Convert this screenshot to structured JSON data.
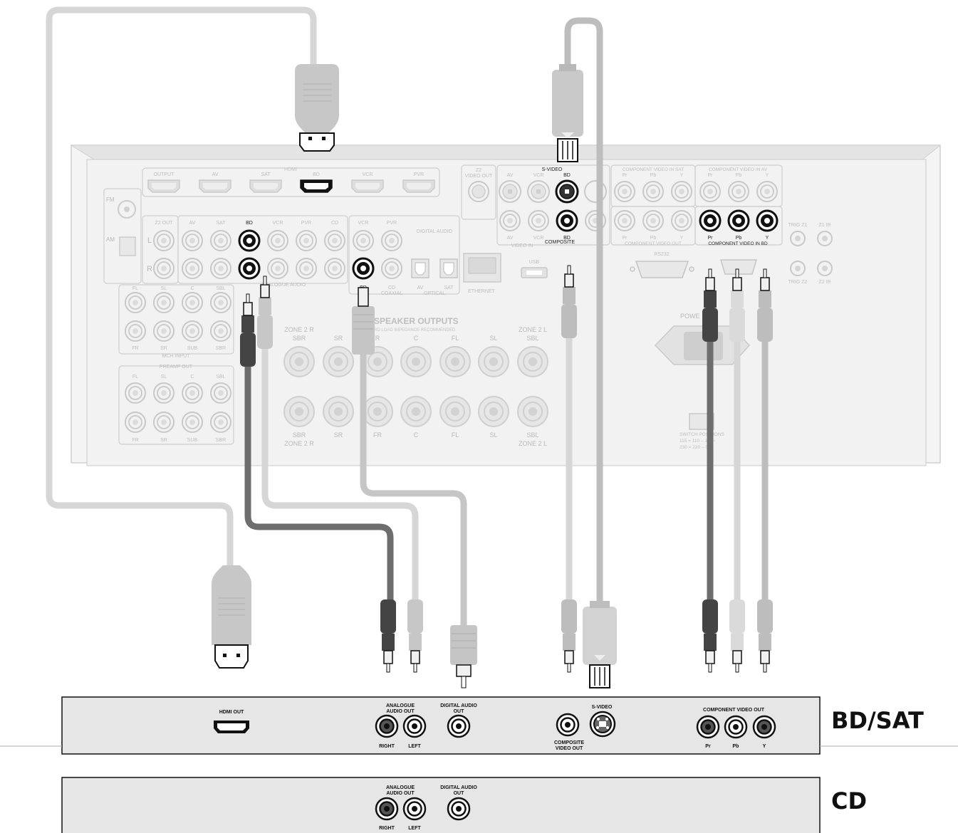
{
  "receiver": {
    "hdmi": {
      "group": "HDMI",
      "inputs": [
        "OUTPUT",
        "AV",
        "SAT",
        "BD",
        "VCR",
        "PVR"
      ]
    },
    "antenna": {
      "fm": "FM",
      "am": "AM"
    },
    "z2_out": "Z2 OUT",
    "channel_l": "L",
    "channel_r": "R",
    "analogue_audio": {
      "group": "ANALOGUE AUDIO",
      "inputs": [
        "AV",
        "SAT",
        "BD",
        "VCR",
        "PVR",
        "CD"
      ]
    },
    "digital_audio": {
      "group": "DIGITAL AUDIO",
      "top": [
        "VCR",
        "PVR"
      ],
      "coaxial_inputs": [
        "BD",
        "CD"
      ],
      "coaxial": "COAXIAL",
      "optical_inputs": [
        "AV",
        "SAT"
      ],
      "optical": "OPTICAL"
    },
    "ethernet": "ETHERNET",
    "usb": "USB",
    "z2_video_out": [
      "Z2",
      "VIDEO OUT"
    ],
    "svideo": {
      "group": "S-VIDEO",
      "inputs": [
        "AV",
        "VCR",
        "BD"
      ]
    },
    "composite": {
      "group": "COMPOSITE",
      "video_in": "VIDEO IN",
      "inputs": [
        "AV",
        "VCR",
        "BD"
      ]
    },
    "component_sat": {
      "group": "COMPONENT VIDEO IN SAT",
      "labels": [
        "Pr",
        "Pb",
        "Y"
      ]
    },
    "component_av": {
      "group": "COMPONENT VIDEO IN AV",
      "labels": [
        "Pr",
        "Pb",
        "Y"
      ]
    },
    "component_out": {
      "group": "COMPONENT VIDEO OUT",
      "labels": [
        "Pr",
        "Pb",
        "Y"
      ]
    },
    "component_bd": {
      "group": "COMPONENT VIDEO IN BD",
      "labels": [
        "Pr",
        "Pb",
        "Y"
      ]
    },
    "rs232": "RS232",
    "trig": [
      "TRIG Z1",
      "Z1 IR",
      "TRIG Z2",
      "Z2 IR"
    ],
    "mch_input": {
      "group": "MCH INPUT",
      "top": [
        "FL",
        "SL",
        "C",
        "SBL"
      ],
      "bottom": [
        "FR",
        "SR",
        "SUB",
        "SBR"
      ]
    },
    "preamp_out": {
      "group": "PREAMP OUT",
      "top": [
        "FL",
        "SL",
        "C",
        "SBL"
      ],
      "bottom": [
        "FR",
        "SR",
        "SUB",
        "SBR"
      ]
    },
    "speaker_outputs": {
      "title": "SPEAKER OUTPUTS",
      "subtitle": "RD LOAD IMPEDANCE RECOMMENDED",
      "top_labels": [
        "SBR",
        "SR",
        "R",
        "C",
        "FL",
        "SL",
        "SBL"
      ],
      "bottom_labels": [
        "SBR",
        "SR",
        "FR",
        "C",
        "FL",
        "SL",
        "SBL"
      ],
      "zone_left": "ZONE 2 R",
      "zone_right": "ZONE 2 L"
    },
    "power": "POWE",
    "switch": [
      "SWITCH POSITIONS",
      "115 = 110 – 15V~",
      "230 = 220 – 0V~"
    ]
  },
  "bd_sat_device": {
    "title": "BD/SAT",
    "hdmi_out": "HDMI OUT",
    "analogue_audio_out": [
      "ANALOGUE",
      "AUDIO OUT"
    ],
    "right": "RIGHT",
    "left": "LEFT",
    "digital_audio_out": [
      "DIGITAL AUDIO",
      "OUT"
    ],
    "composite_video_out": [
      "COMPOSITE",
      "VIDEO OUT"
    ],
    "s_video": "S-VIDEO",
    "component_video_out": "COMPONENT VIDEO OUT",
    "component_labels": [
      "Pr",
      "Pb",
      "Y"
    ]
  },
  "cd_device": {
    "title": "CD",
    "analogue_audio_out": [
      "ANALOGUE",
      "AUDIO OUT"
    ],
    "right": "RIGHT",
    "left": "LEFT",
    "digital_audio_out": [
      "DIGITAL AUDIO",
      "OUT"
    ]
  }
}
